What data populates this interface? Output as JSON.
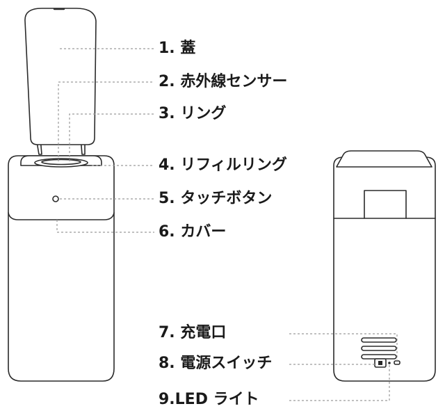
{
  "labels": [
    {
      "id": "lid",
      "text": "1. 蓋"
    },
    {
      "id": "infrared-sensor",
      "text": "2. 赤外線センサー"
    },
    {
      "id": "ring",
      "text": "3. リング"
    },
    {
      "id": "refill-ring",
      "text": "4. リフィルリング"
    },
    {
      "id": "touch-button",
      "text": "5. タッチボタン"
    },
    {
      "id": "cover",
      "text": "6. カバー"
    },
    {
      "id": "charging-port",
      "text": "7. 充電口"
    },
    {
      "id": "power-switch",
      "text": "8. 電源スイッチ"
    },
    {
      "id": "led-light",
      "text": "9.LED ライト"
    }
  ],
  "colors": {
    "line": "#2a2a2a",
    "leader": "#9a9a9a",
    "text": "#1a1a1a",
    "fill": "#ffffff"
  }
}
